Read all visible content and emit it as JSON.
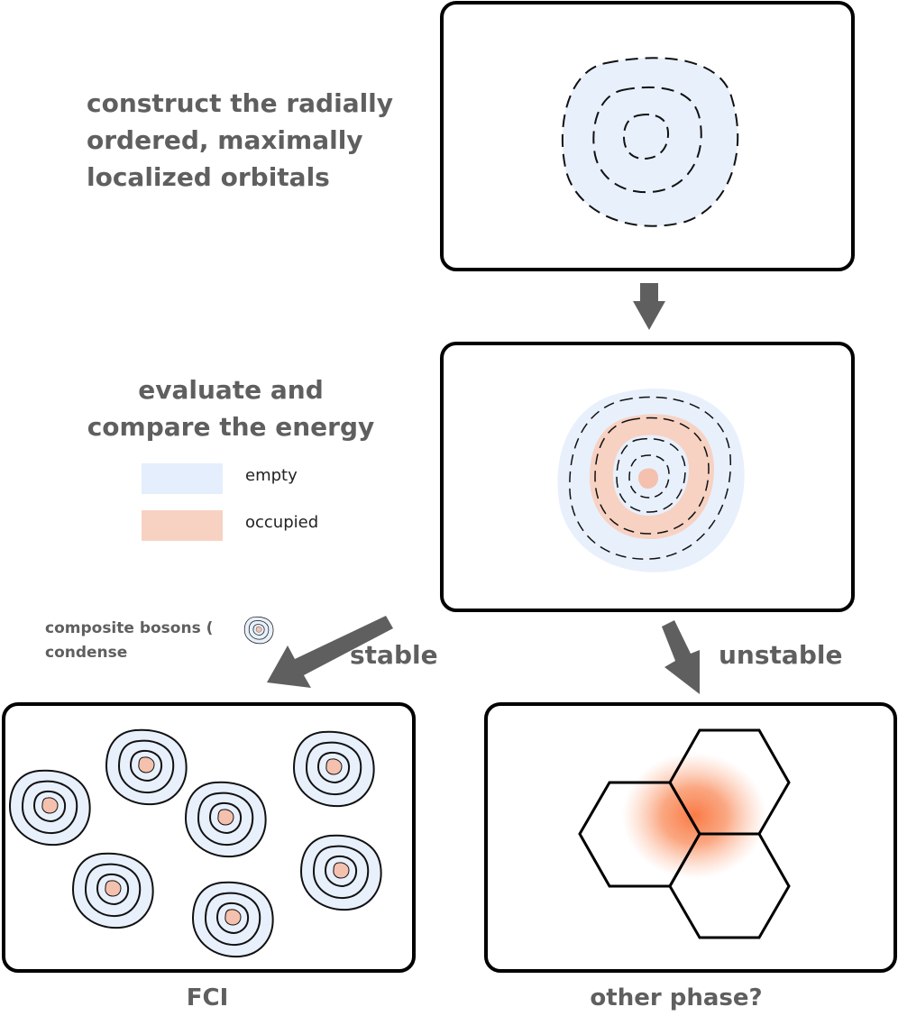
{
  "steps": {
    "construct": "construct the radially ordered, maximally localized orbitals",
    "evaluate": "evaluate and compare the energy"
  },
  "legend": [
    {
      "label": "empty",
      "color": "#e4eefc"
    },
    {
      "label": "occupied",
      "color": "#f7d2c3"
    }
  ],
  "branches": {
    "stable": "stable",
    "unstable": "unstable",
    "condense_line1": "composite bosons (",
    "condense_close": ")",
    "condense_line2": "condense"
  },
  "outcomes": {
    "left": "FCI",
    "right": "other phase?"
  },
  "colors": {
    "empty": "#e4eefc",
    "occupied": "#f7d2c3",
    "arrow": "#5f5f5f",
    "hot": "#f97a45"
  }
}
